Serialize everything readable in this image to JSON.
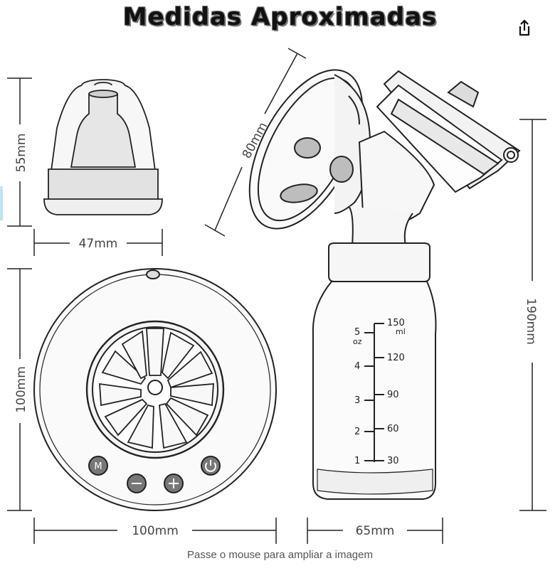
{
  "title": "Medidas Aproximadas",
  "caption": "Passe o mouse para ampliar a imagem",
  "icons": {
    "share": "share-icon"
  },
  "dimensions": {
    "cap_height": "55mm",
    "cap_width": "47mm",
    "motor_height": "100mm",
    "motor_width": "100mm",
    "funnel_diameter": "80mm",
    "pump_height": "190mm",
    "bottle_width": "65mm"
  },
  "bottle_scale": {
    "ml_top": "150",
    "ml_unit": "ml",
    "oz_top": "5",
    "oz_unit": "oz",
    "ml_marks": [
      "120",
      "90",
      "60",
      "30"
    ],
    "oz_marks": [
      "4",
      "3",
      "2",
      "1"
    ]
  },
  "buttons": {
    "mode": "M"
  }
}
